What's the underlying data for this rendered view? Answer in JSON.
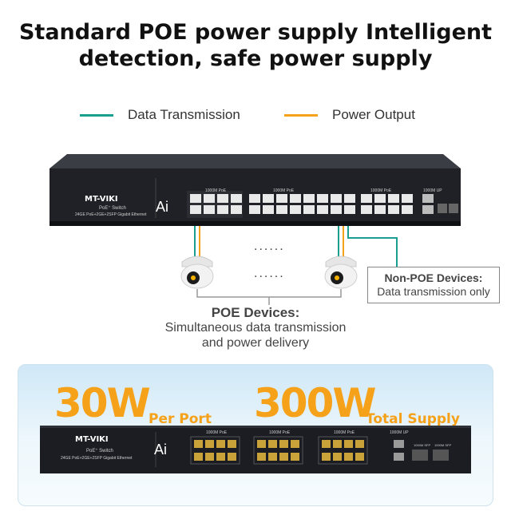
{
  "headline": {
    "line1": "Standard POE power supply Intelligent",
    "line2": "detection, safe power supply"
  },
  "legend": {
    "data": {
      "label": "Data Transmission",
      "color": "#1a9e8f"
    },
    "power": {
      "label": "Power Output",
      "color": "#f5a11a"
    }
  },
  "switch": {
    "brand": "MT-VIKI",
    "model": "PoE⁺ Switch",
    "spec": "24GE PoE+2GE+2SFP Gigabit Ethernet",
    "ai": "Ai",
    "group_label": "1000M PoE",
    "uplink_label": "1000M UP",
    "sfp_label": "1000M SFP"
  },
  "diagram": {
    "dots": "......",
    "non_poe_title": "Non-POE Devices:",
    "non_poe_desc": "Data transmission only",
    "poe_title": "POE Devices:",
    "poe_desc1": "Simultaneous data transmission",
    "poe_desc2": "and power delivery"
  },
  "promo": {
    "per_port_value": "30W",
    "per_port_label": "Per Port",
    "total_value": "300W",
    "total_label": "Total Supply"
  }
}
